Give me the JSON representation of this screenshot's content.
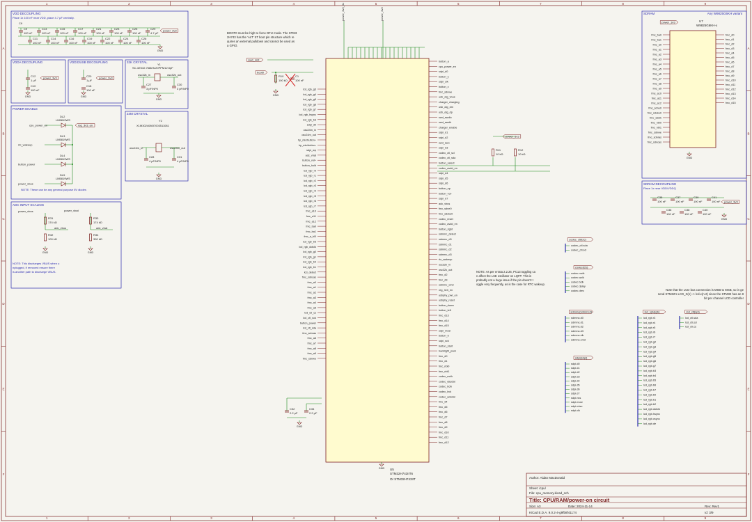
{
  "grid": {
    "cols": [
      "1",
      "2",
      "3",
      "4",
      "5",
      "6",
      "7",
      "8",
      "9"
    ],
    "rows": [
      "A",
      "B",
      "C",
      "D",
      "E",
      "F"
    ]
  },
  "colors": {
    "wire": "#1f8a1f",
    "frame": "#7a1f1f",
    "box": "#2a2ab0",
    "part": "#7a1f1f",
    "label": "#222222",
    "power": "#7a1f1f",
    "title": "#7a1f1f"
  },
  "blocks": {
    "vdd_decoupling": {
      "title": "VDD DECOUPLING",
      "note": "Place 1x 100 nF near VDD, place 4.7 µF centrally.",
      "net": "power_3v3",
      "caps_top": [
        {
          "ref": "C9",
          "val": "100 nF"
        },
        {
          "ref": "C13",
          "val": "100 nF"
        },
        {
          "ref": "C15",
          "val": "100 nF"
        },
        {
          "ref": "C17",
          "val": "100 nF"
        },
        {
          "ref": "C21",
          "val": "100 nF"
        },
        {
          "ref": "C23",
          "val": "100 nF"
        },
        {
          "ref": "C25",
          "val": "100 nF"
        },
        {
          "ref": "C29",
          "val": "4.7 µF"
        }
      ],
      "caps_bot": [
        {
          "ref": "C11",
          "val": "100 nF"
        },
        {
          "ref": "C14",
          "val": "100 nF"
        },
        {
          "ref": "C16",
          "val": "100 nF"
        },
        {
          "ref": "C19",
          "val": "100 nF"
        },
        {
          "ref": "C22",
          "val": "100 nF"
        },
        {
          "ref": "C24",
          "val": "100 nF"
        },
        {
          "ref": "C26",
          "val": "100 nF"
        }
      ]
    },
    "vdda": {
      "title": "VDDA DECOUPLING",
      "c12": "C12",
      "c12v": "1 µF",
      "c10": "C10",
      "c10v": "100 nF"
    },
    "vdd33usb": {
      "title": "VDD33USB DECOUPLING",
      "c20": "C20",
      "c20v": "1 µF",
      "c18": "C18",
      "c18v": "100 nF"
    },
    "crystal32k": {
      "title": "32K CRYSTAL",
      "part": "SC-32S32.768kHz20PPM12.5pF",
      "y": "Y1",
      "in": "osc32k_in",
      "out": "osc32k_out",
      "c27": "C27",
      "c27v": "3 pF/NP0",
      "c30": "C30",
      "c30v": "3 pF/NP0"
    },
    "crystal24m": {
      "title": "24M CRYSTAL",
      "part": "X1M3024080I7003511081",
      "y": "Y2",
      "in": "osc24m_in",
      "out": "osc24m_out",
      "c28": "C28",
      "c28v": "4 pF/NP0",
      "c31": "C31",
      "c31v": "4 pF/NP0"
    },
    "power_enable": {
      "title": "POWER ENABLE",
      "note": "NOTE: These can be any general purpose 6V diodes",
      "diodes": [
        {
          "ref": "DL2",
          "val": "LM5819WS"
        },
        {
          "ref": "DL3",
          "val": "LM5819WS"
        },
        {
          "ref": "DL4",
          "val": "LM5819WS"
        },
        {
          "ref": "DL5",
          "val": "LM5819WS"
        }
      ],
      "nets": [
        "cpu_power_en",
        "rtc_wakeup",
        "button_power",
        "power_vbus"
      ],
      "out": "reg_3v3_en"
    },
    "adc": {
      "title": "ADC INPUT SCALING",
      "in1": "power_vbus",
      "in2": "power_vbat",
      "o1": "adc_vbus",
      "o2": "adc_vbat",
      "r": [
        {
          "ref": "R31",
          "val": "174 kΩ"
        },
        {
          "ref": "R32",
          "val": "100 kΩ"
        },
        {
          "ref": "R33",
          "val": "174 kΩ"
        },
        {
          "ref": "R34",
          "val": "390 kΩ"
        }
      ],
      "note": "NOTE: This discharges VBUS when unplugged, if removed ensure there is another path to discharge VBUS."
    },
    "boot": {
      "note": "BOOT0 must be high to force DFU mode. The STM32H743 has the 'ALT' ST boot pin structure which requires an external pulldown and cannot be used as a GPIO.",
      "r10": "R10",
      "r10v": "100 kΩ",
      "c1": "C1",
      "c1v": "100 nF",
      "swd": "swd_nrst",
      "boot0": "boot0"
    },
    "sdram": {
      "title": "SDRAM",
      "variant": "Any W9825G6KH variant",
      "ref": "U7",
      "part": "W9825G6KH-x",
      "left": [
        "fmc_ba0",
        "fmc_ba1",
        "fmc_a0",
        "fmc_a1",
        "fmc_a2",
        "fmc_a3",
        "fmc_a4",
        "fmc_a5",
        "fmc_a6",
        "fmc_a7",
        "fmc_a8",
        "fmc_a9",
        "fmc_a10",
        "fmc_a11",
        "fmc_a12",
        "fmc_sdne0",
        "fmc_sdcke0",
        "fmc_sdclk",
        "fmc_nbl0",
        "fmc_nbl1",
        "fmc_sdnwe",
        "fmc_sdnras",
        "fmc_sdncas"
      ],
      "right": [
        "fmc_d0",
        "fmc_d1",
        "fmc_d2",
        "fmc_d3",
        "fmc_d4",
        "fmc_d5",
        "fmc_d6",
        "fmc_d7",
        "fmc_d8",
        "fmc_d9",
        "fmc_d10",
        "fmc_d11",
        "fmc_d12",
        "fmc_d13",
        "fmc_d14",
        "fmc_d15"
      ]
    },
    "sdram_dec": {
      "title": "SDRAM DECOUPLING",
      "note": "Place 1x near VDD/VDDQ",
      "net": "power_3v3",
      "caps": [
        {
          "ref": "C35",
          "val": "100 nF"
        },
        {
          "ref": "C37",
          "val": "100 nF"
        },
        {
          "ref": "C39",
          "val": "100 nF"
        },
        {
          "ref": "C41",
          "val": "100 nF"
        },
        {
          "ref": "C36",
          "val": "100 nF"
        },
        {
          "ref": "C38",
          "val": "100 nF"
        },
        {
          "ref": "C40",
          "val": "100 nF"
        }
      ]
    }
  },
  "mcu": {
    "ref": "U5",
    "part": "STM32H743IIT6",
    "alt": "Or STM32H743IIT",
    "label_top": "power_3v3_rtc",
    "label_top2": "power_3v3",
    "left_nets": [
      "lcd_rgb_g3",
      "lcd_rgb_g4",
      "lcd_rgb_g5",
      "lcd_rgb_g6",
      "lcd_rgb_g7",
      "lcd_rgb_hsync",
      "lcd_rgb_b3",
      "sdpi_d0",
      "osc24m_in",
      "osc24m_out",
      "hp_mic/button+",
      "hp_mic/button-",
      "sdpi_wp",
      "adc_vbat",
      "button_vol+",
      "button_hold",
      "lcd_rgb_r0",
      "lcd_rgb_r1",
      "lcd_rgb_r2",
      "lcd_rgb_r3",
      "lcd_rgb_r4",
      "lcd_rgb_r5",
      "lcd_rgb_r6",
      "lcd_rgb_r7",
      "fmc_a10",
      "fmc_a11",
      "fmc_a12",
      "fmc_ba0",
      "fmc_ba1",
      "fmc_a_bl0",
      "lcd_rgb_b5",
      "lcd_rgb_dotclk",
      "lcd_rgb_g0",
      "lcd_rgb_g1",
      "lcd_rgb_b0",
      "lcd_rgb_b1",
      "lcd_detect",
      "fmc_sdncas",
      "fmc_a0",
      "fmc_a1",
      "fmc_a2",
      "fmc_a3",
      "fmc_a4",
      "fmc_a5",
      "lcd_ctl_cs",
      "lcd_ctl_sck",
      "button_power",
      "lcd_ctl_sda",
      "fmc_sdnras",
      "fmc_a6",
      "fmc_a7",
      "fmc_a8",
      "fmc_a9",
      "fmc_sdnwe"
    ],
    "right_nets": [
      "button_a",
      "cpu_power_en",
      "sdpi_d0",
      "button_y",
      "sdpi_clk",
      "button_x",
      "fmc_sdnwe",
      "usb_otg_vbus",
      "charger_charging",
      "usb_otg_dm",
      "usb_otg_dp",
      "swd_swdio",
      "swd_swclk",
      "charger_enable",
      "sdpi_d1",
      "sdpi_d2",
      "swd_swo",
      "sdpi_d3",
      "codec_ctl_scl",
      "codec_ctl_sda",
      "button_select",
      "codec_avdd_en",
      "sdpi_d4",
      "sdpi_d5",
      "sdpi_d6",
      "button_up",
      "button_vol-",
      "sdpi_d7",
      "adc_vbus",
      "fmc_sdne0",
      "fmc_sdcke0",
      "codec_reset",
      "codec_avdd_en",
      "button_right",
      "sdmmc_detect",
      "sdmmc_d0",
      "sdmmc_d1",
      "sdmmc_d2",
      "sdmmc_d3",
      "rtc_wakeup",
      "osc32k_in",
      "osc32k_out",
      "fmc_d2",
      "fmc_d3",
      "sdmmc_cmd",
      "reg_3v3_en",
      "usbphy_pwr_en",
      "usbphy_reset",
      "button_down",
      "button_left",
      "fmc_d13",
      "fmc_d14",
      "fmc_d15",
      "sdpi_mosi",
      "button_b",
      "sdpi_sck",
      "button_start",
      "backlight_pwm",
      "fmc_d0",
      "fmc_d1",
      "fmc_nbl0",
      "fmc_nbl1",
      "codec_mclk",
      "codec_dacdat",
      "codec_bclk",
      "codec_lrck",
      "codec_adcdat",
      "fmc_d4",
      "fmc_d5",
      "fmc_d6",
      "fmc_d7",
      "fmc_d8",
      "fmc_d9",
      "fmc_d10",
      "fmc_d11",
      "fmc_d12"
    ],
    "c32": "C32",
    "c32v": "2.2 µF",
    "c34": "C34",
    "c34v": "2.2 µF",
    "r11": "R11",
    "r11v": "10 kΩ",
    "r12": "R12",
    "r12v": "10 kΩ",
    "note": "NOTE: As per errata 2.2.26, PC13 toggling can affect the LSE oscillator on LQFP. This is probably not a huge issue if the pin doesn't toggle very frequently, as is the case for RTC wakeup."
  },
  "buses": {
    "codec_ctl": {
      "name": "codec_ctl{i2c}",
      "items": [
        "codec_ctl.sda",
        "codec_ctl.scl"
      ]
    },
    "codec_i2s": {
      "name": "codec{i2s}",
      "items": [
        "codec.mclk",
        "codec.wclk",
        "codec.bclk",
        "codec.dplay",
        "codec.drec"
      ]
    },
    "sdmmc": {
      "name": "sdmmc{sdmmc4}",
      "items": [
        "sdmmc.d0",
        "sdmmc.d1",
        "sdmmc.d2",
        "sdmmc.d3",
        "sdmmc.clk",
        "sdmmc.cmd"
      ]
    },
    "sdpi": {
      "name": "sdpi{sdpi}",
      "items": [
        "sdpi.d0",
        "sdpi.d1",
        "sdpi.d2",
        "sdpi.d3",
        "sdpi.d4",
        "sdpi.d5",
        "sdpi.d6",
        "sdpi.d7",
        "sdpi.nss",
        "sdpi.mosi",
        "sdpi.miso",
        "sdpi.clk"
      ]
    },
    "lcd_rgb": {
      "name": "lcd_rgb{rgb}",
      "items": [
        "lcd_rgb.r3",
        "lcd_rgb.r4",
        "lcd_rgb.r5",
        "lcd_rgb.r6",
        "lcd_rgb.r7",
        "lcd_rgb.g2",
        "lcd_rgb.g3",
        "lcd_rgb.g4",
        "lcd_rgb.g5",
        "lcd_rgb.g6",
        "lcd_rgb.g7",
        "lcd_rgb.b3",
        "lcd_rgb.b4",
        "lcd_rgb.b5",
        "lcd_rgb.b6",
        "lcd_rgb.b7",
        "lcd_rgb.b0",
        "lcd_rgb.b1",
        "lcd_rgb.b2",
        "lcd_rgb.dotclk",
        "lcd_rgb.hsync",
        "lcd_rgb.vsync",
        "lcd_rgb.de"
      ]
    },
    "lcd_ctl": {
      "name": "lcd_ctl{spi}",
      "items": [
        "lcd_ctl.sda",
        "lcd_ctl.scl",
        "lcd_ctl.cs"
      ]
    }
  },
  "lcd_note": "Note that the LCD bus connection is MSB to MSB, so in general STM32's LCD_X(n) -> lcd.x(n-2) since the STM32 has an 8 bit per channel LCD controller",
  "title_block": {
    "author": "Author: Aidan MacDonald",
    "sheet": "Sheet: /cpu/",
    "file": "File: cpu_memory.kicad_sch",
    "title": "Title: CPU/RAM/power-on circuit",
    "size": "Size: A3",
    "date": "Date: 2024-11-14",
    "rev": "Rev: Rev1",
    "tool": "KiCad E.D.A. 9.0.2-4-g9fb8f41174",
    "id": "Id: 3/9"
  }
}
